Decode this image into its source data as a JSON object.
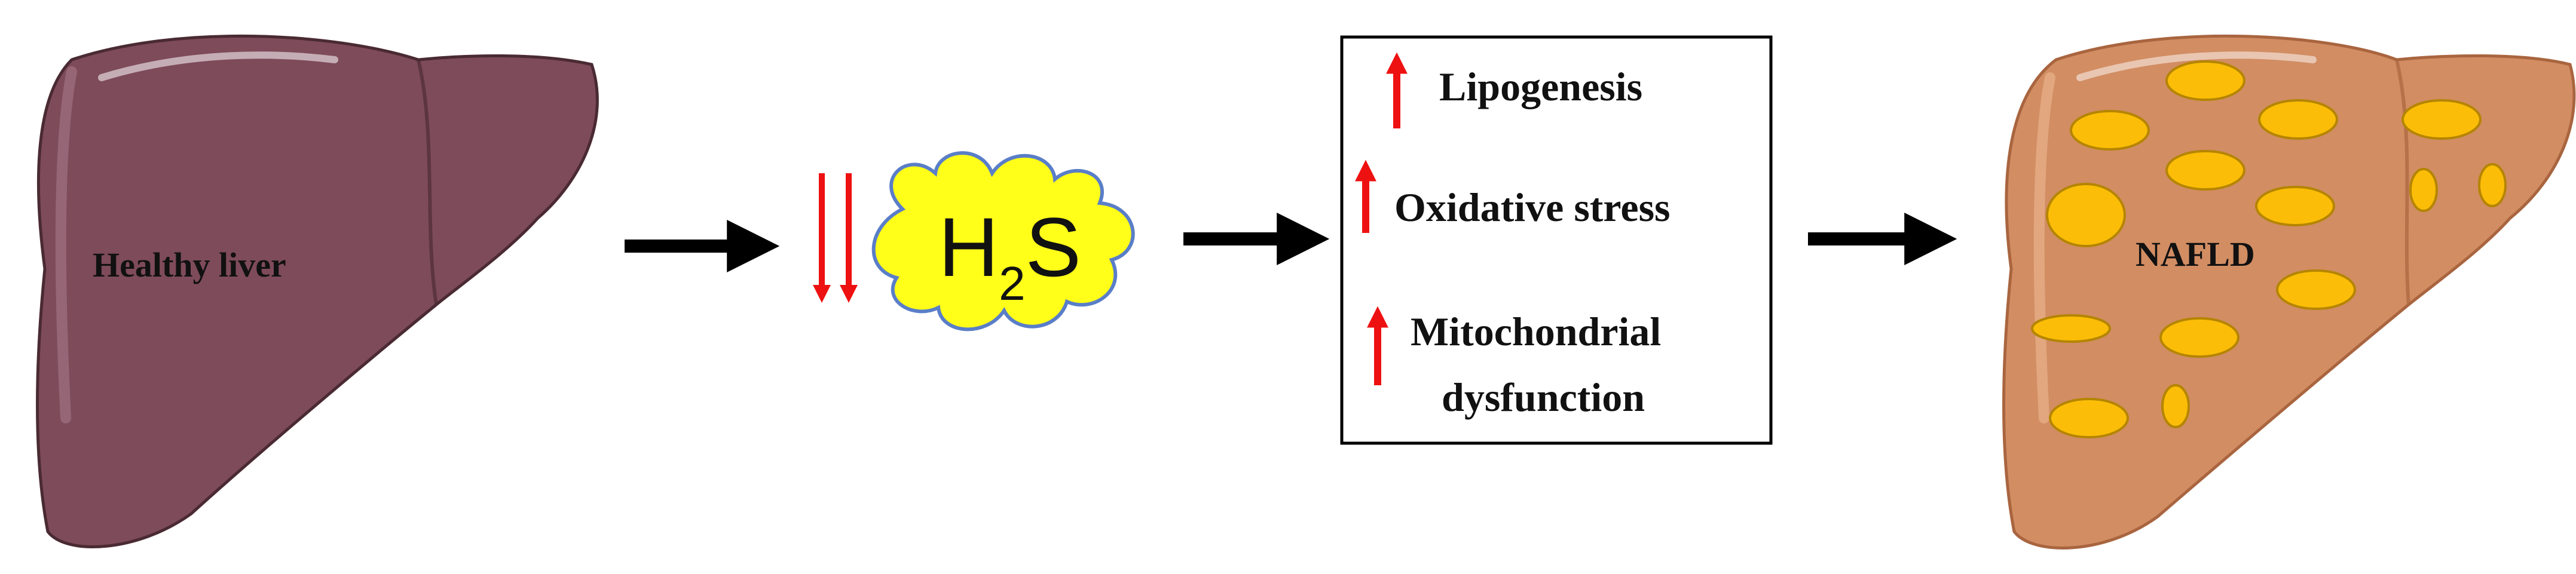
{
  "healthy_liver": {
    "label": "Healthy liver",
    "color": "#7e4b5b"
  },
  "h2s": {
    "h": "H",
    "sub": "2",
    "s": "S",
    "cloud_color": "#ffff1a"
  },
  "effects": {
    "items": [
      {
        "line1": "Lipogenesis",
        "line2": ""
      },
      {
        "line1": "Oxidative stress",
        "line2": ""
      },
      {
        "line1": "Mitochondrial",
        "line2": "dysfunction"
      }
    ],
    "arrow_color": "#ee1111"
  },
  "nafld_liver": {
    "label": "NAFLD",
    "color": "#d28d63",
    "fat_color": "#fbbd08"
  }
}
